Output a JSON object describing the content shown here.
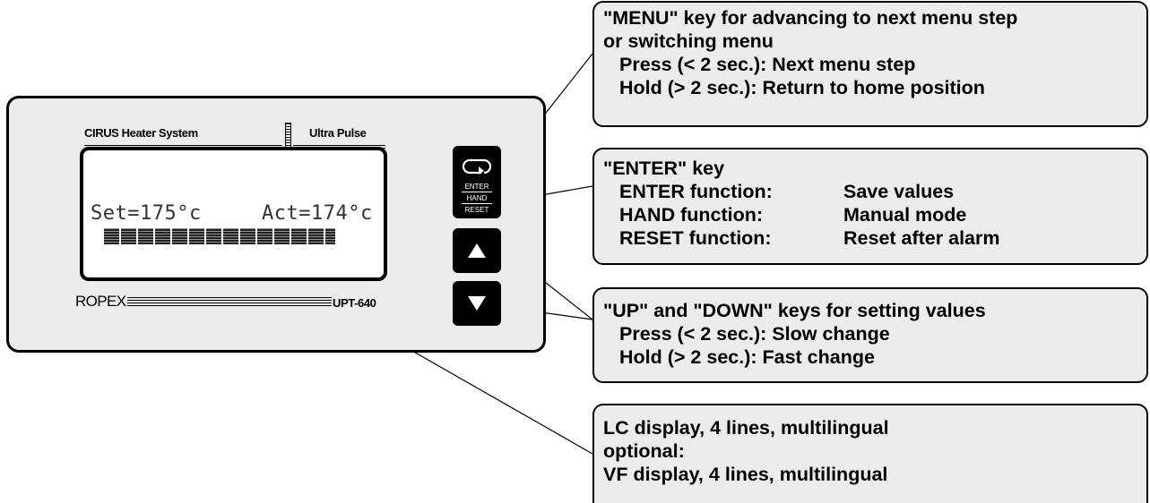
{
  "device": {
    "brand_left": "CIRUS Heater System",
    "brand_right": "Ultra Pulse",
    "manufacturer": "ROPEX",
    "model": "UPT-640",
    "lcd": {
      "line1_left": "Set=175°c",
      "line1_right": "Act=174°c",
      "bar_level": 1.0
    },
    "keys": {
      "menu_icon": "return-arrow-icon",
      "enter_top": "ENTER",
      "enter_mid": "HAND",
      "enter_bottom": "RESET",
      "up_icon": "up-triangle-icon",
      "down_icon": "down-triangle-icon"
    }
  },
  "callouts": {
    "menu": {
      "title_1": "\"MENU\" key for advancing to next menu step",
      "title_2": "or switching menu",
      "line_1": "Press (< 2 sec.): Next menu step",
      "line_2": "Hold (> 2 sec.): Return to home position"
    },
    "enter": {
      "title": "\"ENTER\" key",
      "rows": [
        {
          "key": "ENTER function:",
          "value": "Save values"
        },
        {
          "key": "HAND function:",
          "value": "Manual mode"
        },
        {
          "key": "RESET function:",
          "value": "Reset after alarm"
        }
      ]
    },
    "updown": {
      "title": "\"UP\" and \"DOWN\" keys for setting values",
      "line_1": "Press (< 2 sec.): Slow change",
      "line_2": "Hold (> 2 sec.): Fast change"
    },
    "display": {
      "line_1": "LC display, 4 lines, multilingual",
      "line_2": "optional:",
      "line_3": "VF display, 4 lines, multilingual"
    }
  }
}
